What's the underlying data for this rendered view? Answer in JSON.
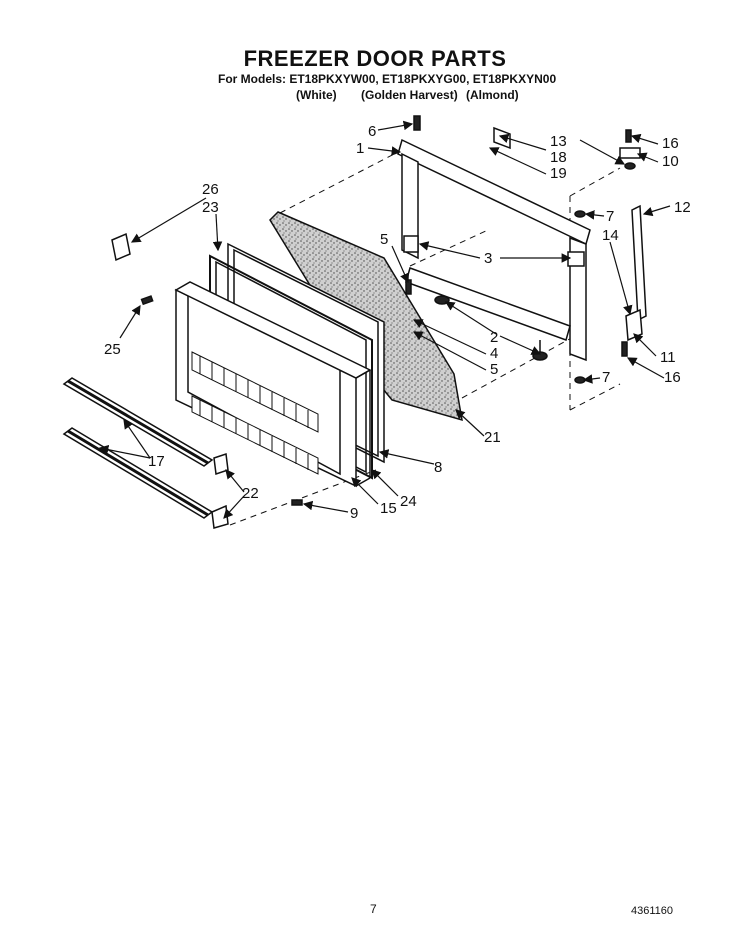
{
  "title": "FREEZER DOOR PARTS",
  "models_line": "For Models: ET18PKXYW00, ET18PKXYG00, ET18PKXYN00",
  "colors": [
    "(White)",
    "(Golden Harvest)",
    "(Almond)"
  ],
  "page_number": "7",
  "document_number": "4361160",
  "callouts": {
    "c1": "1",
    "c2": "2",
    "c3": "3",
    "c4": "4",
    "c5a": "5",
    "c5b": "5",
    "c6": "6",
    "c7a": "7",
    "c7b": "7",
    "c8": "8",
    "c9": "9",
    "c10": "10",
    "c11": "11",
    "c12": "12",
    "c13": "13",
    "c14": "14",
    "c15": "15",
    "c16a": "16",
    "c16b": "16",
    "c17": "17",
    "c18": "18",
    "c19": "19",
    "c21": "21",
    "c22": "22",
    "c23": "23",
    "c24": "24",
    "c25": "25",
    "c26": "26"
  }
}
